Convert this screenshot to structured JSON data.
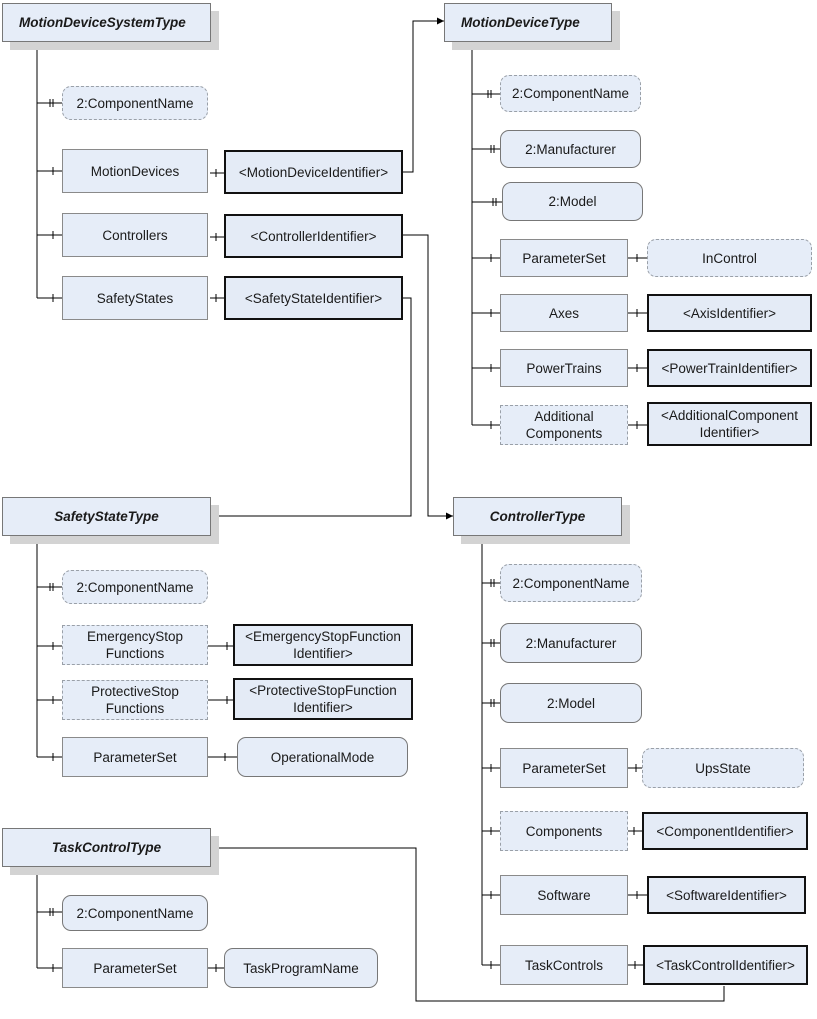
{
  "types": {
    "motion_device_system": "MotionDeviceSystemType",
    "motion_device": "MotionDeviceType",
    "safety_state": "SafetyStateType",
    "controller": "ControllerType",
    "task_control": "TaskControlType"
  },
  "mds": {
    "component_name": "2:ComponentName",
    "motion_devices": "MotionDevices",
    "motion_device_identifier": "<MotionDeviceIdentifier>",
    "controllers": "Controllers",
    "controller_identifier": "<ControllerIdentifier>",
    "safety_states": "SafetyStates",
    "safety_state_identifier": "<SafetyStateIdentifier>"
  },
  "md": {
    "component_name": "2:ComponentName",
    "manufacturer": "2:Manufacturer",
    "model": "2:Model",
    "parameter_set": "ParameterSet",
    "in_control": "InControl",
    "axes": "Axes",
    "axis_identifier": "<AxisIdentifier>",
    "power_trains": "PowerTrains",
    "power_train_identifier": "<PowerTrainIdentifier>",
    "additional_components_1": "Additional",
    "additional_components_2": "Components",
    "additional_component_identifier_1": "<AdditionalComponent",
    "additional_component_identifier_2": "Identifier>"
  },
  "ss": {
    "component_name": "2:ComponentName",
    "emergency_stop_1": "EmergencyStop",
    "emergency_stop_2": "Functions",
    "emergency_stop_identifier_1": "<EmergencyStopFunction",
    "emergency_stop_identifier_2": "Identifier>",
    "protective_stop_1": "ProtectiveStop",
    "protective_stop_2": "Functions",
    "protective_stop_identifier_1": "<ProtectiveStopFunction",
    "protective_stop_identifier_2": "Identifier>",
    "parameter_set": "ParameterSet",
    "operational_mode": "OperationalMode"
  },
  "ctrl": {
    "component_name": "2:ComponentName",
    "manufacturer": "2:Manufacturer",
    "model": "2:Model",
    "parameter_set": "ParameterSet",
    "ups_state": "UpsState",
    "components": "Components",
    "component_identifier": "<ComponentIdentifier>",
    "software": "Software",
    "software_identifier": "<SoftwareIdentifier>",
    "task_controls": "TaskControls",
    "task_control_identifier": "<TaskControlIdentifier>"
  },
  "tc": {
    "component_name": "2:ComponentName",
    "parameter_set": "ParameterSet",
    "task_program_name": "TaskProgramName"
  }
}
